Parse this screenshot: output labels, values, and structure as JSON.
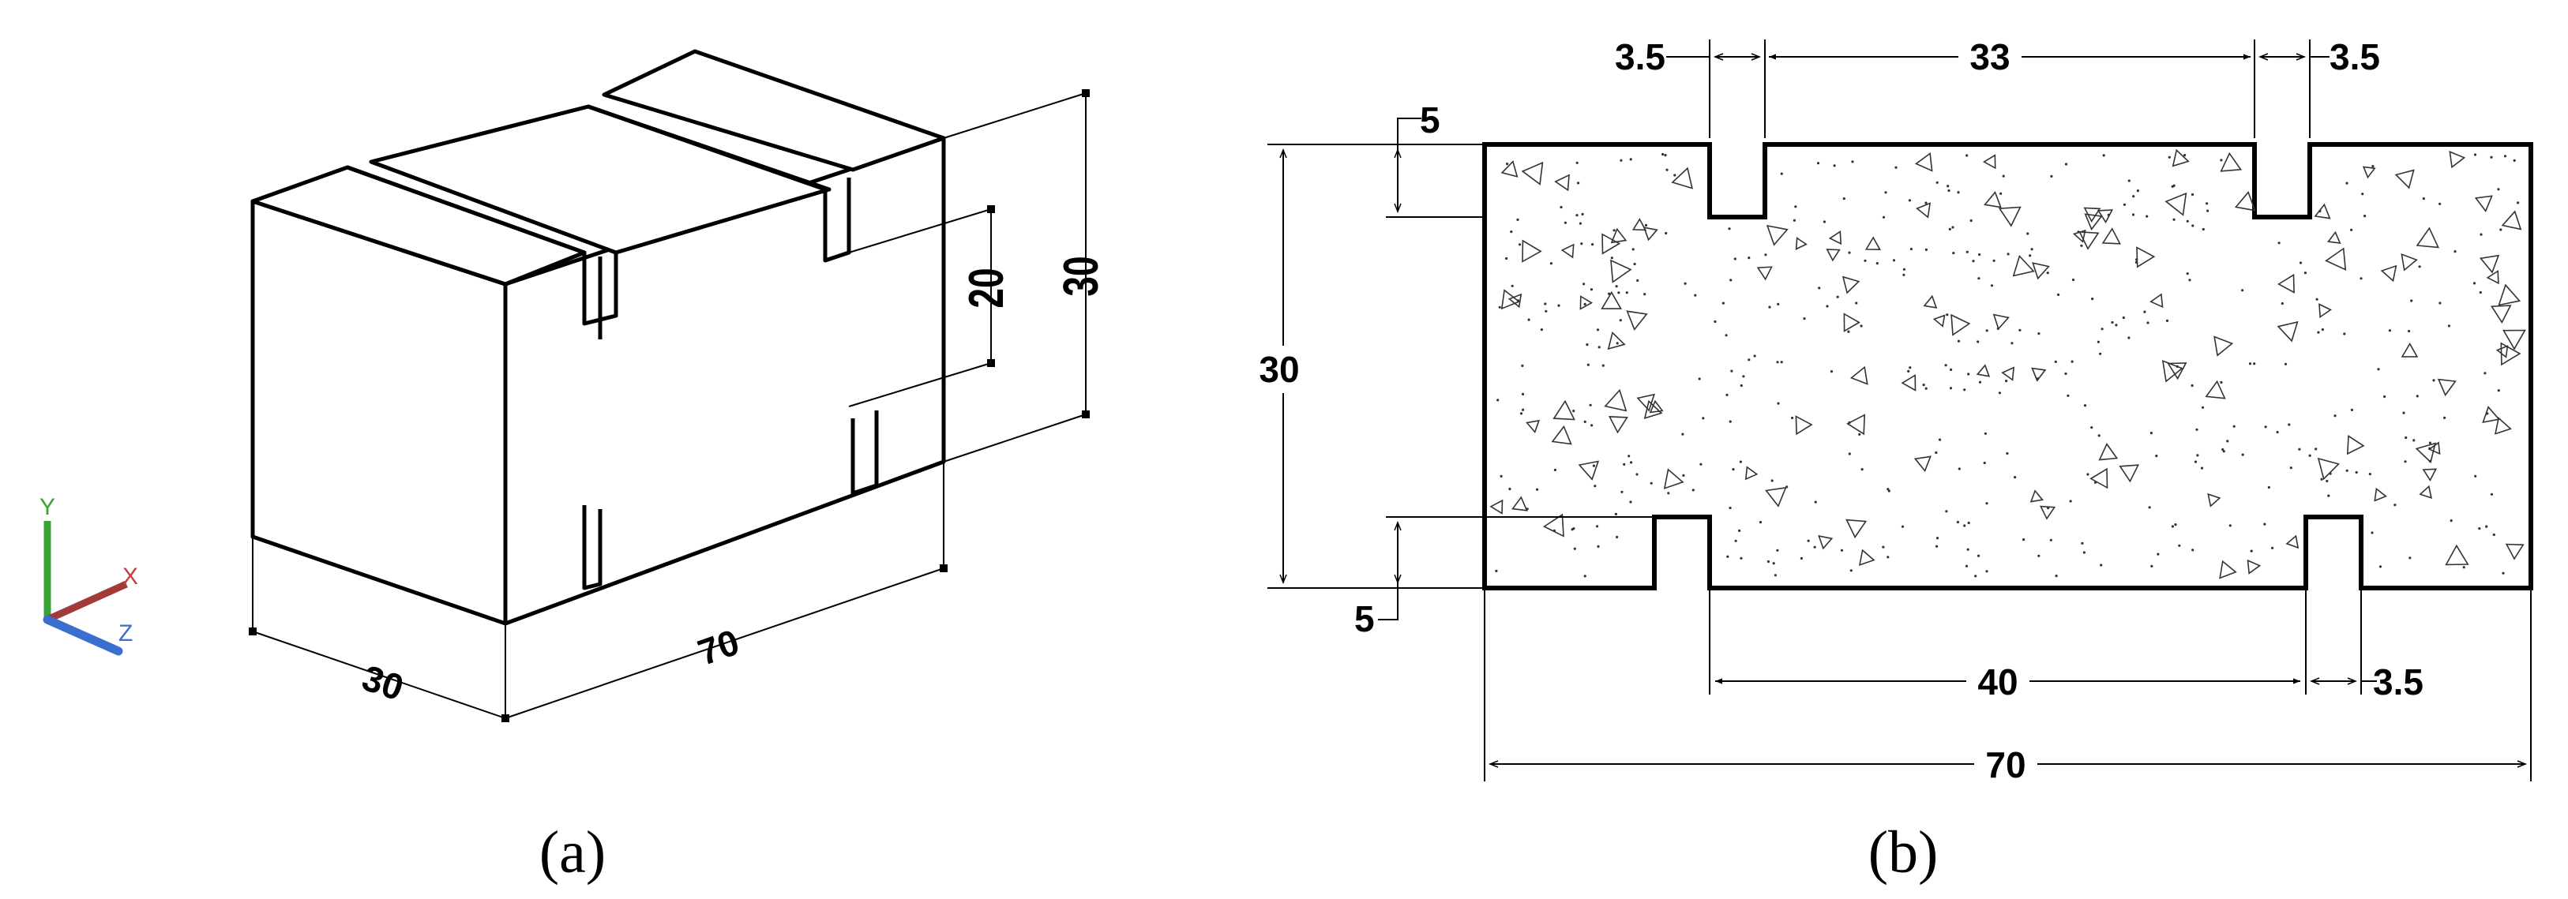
{
  "panel_a": {
    "caption": "(a)",
    "dims": {
      "width": "30",
      "length": "70",
      "height": "30",
      "groove_height": "20"
    },
    "axis_labels": {
      "y": "Y",
      "x": "X",
      "z": "Z"
    },
    "colors": {
      "y_axis": "#3aa335",
      "x_axis": "#a33a3a",
      "z_axis": "#3a6fd0"
    }
  },
  "panel_b": {
    "caption": "(b)",
    "dims": {
      "top_left_offset": "3.5",
      "top_middle": "33",
      "top_right_offset": "3.5",
      "notch_depth_top": "5",
      "height": "30",
      "notch_depth_bottom": "5",
      "bottom_middle": "40",
      "bottom_right_offset": "3.5",
      "overall_length": "70"
    }
  }
}
